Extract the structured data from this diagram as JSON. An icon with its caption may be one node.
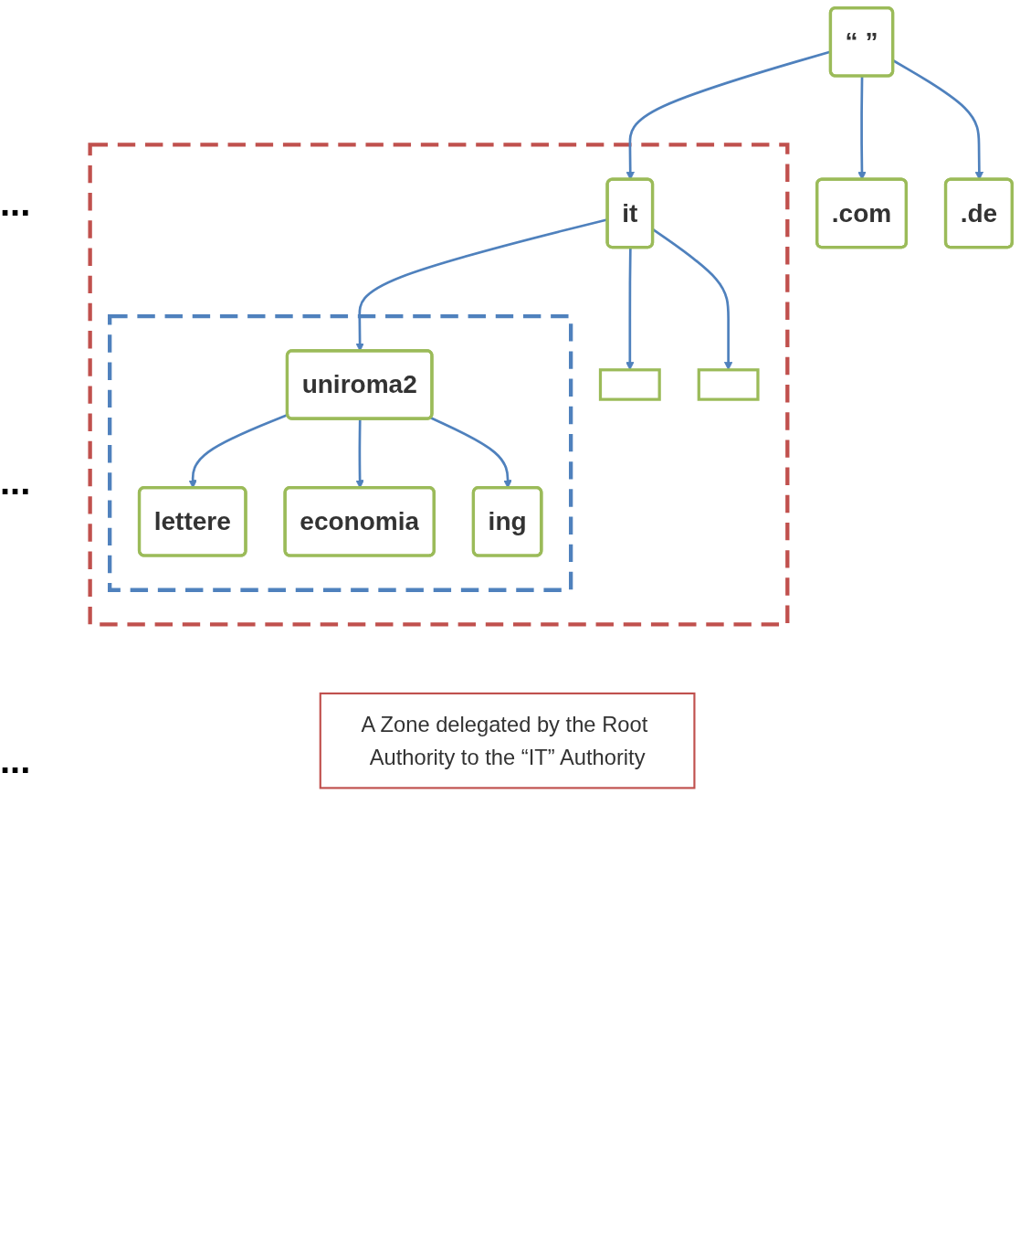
{
  "diagram": {
    "nodes": [
      {
        "text": [
          "“ ”"
        ]
      },
      {
        "text": [
          ".com"
        ]
      },
      {
        "text": [
          ".de"
        ]
      },
      {
        "text": [],
        "shape": "box"
      },
      {
        "text": [
          "it"
        ],
        "in": 3
      },
      {
        "text": [],
        "shape": "box",
        "in": 3
      },
      {
        "text": [],
        "shape": "box",
        "in": 3
      },
      {
        "text": [],
        "shape": "box",
        "in": 3
      },
      {
        "text": [
          "uniroma2"
        ],
        "in": 7
      },
      {
        "text": [
          "lettere"
        ],
        "in": 7
      },
      {
        "text": [
          "economia"
        ],
        "in": 7
      },
      {
        "text": [
          "ing"
        ],
        "in": 7
      },
      {
        "text": [
          "A Zone delegated by the Root Authority to the “IT” Authority"
        ]
      }
    ],
    "edges": [
      {
        "from": 0,
        "to": 1,
        "arrow": "to"
      },
      {
        "from": 0,
        "to": 2,
        "arrow": "to"
      },
      {
        "from": 0,
        "to": 4,
        "arrow": "to"
      },
      {
        "from": 4,
        "to": 5,
        "arrow": "to"
      },
      {
        "from": 4,
        "to": 6,
        "arrow": "to"
      },
      {
        "from": 4,
        "to": 8,
        "arrow": "to"
      },
      {
        "from": 8,
        "to": 9,
        "arrow": "to"
      },
      {
        "from": 8,
        "to": 10,
        "arrow": "to"
      },
      {
        "from": 8,
        "to": 11,
        "arrow": "to"
      }
    ],
    "labels": [
      "...",
      "...",
      "..."
    ]
  }
}
